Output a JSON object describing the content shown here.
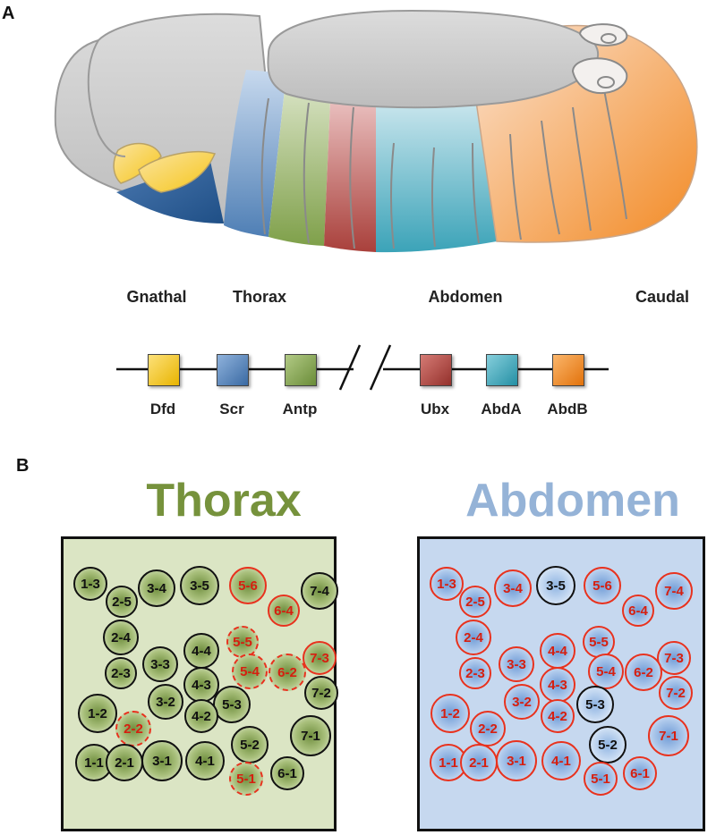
{
  "panels": {
    "a": "A",
    "b": "B"
  },
  "regions": [
    "Gnathal",
    "Thorax",
    "Abdomen",
    "Caudal"
  ],
  "genes": [
    {
      "name": "Dfd",
      "color": "#f5c518"
    },
    {
      "name": "Scr",
      "color": "#4f7fb5"
    },
    {
      "name": "Antp",
      "color": "#7fa04a"
    },
    {
      "name": "Ubx",
      "color": "#a9403b"
    },
    {
      "name": "AbdA",
      "color": "#3ba3b8"
    },
    {
      "name": "AbdB",
      "color": "#f28a24"
    }
  ],
  "thorax": {
    "title": "Thorax",
    "title_color": "#76923c",
    "background": "#dbe5c4",
    "neuroblasts": [
      {
        "id": "1-3",
        "style": "normal"
      },
      {
        "id": "2-5",
        "style": "normal"
      },
      {
        "id": "3-4",
        "style": "normal"
      },
      {
        "id": "3-5",
        "style": "normal"
      },
      {
        "id": "5-6",
        "style": "red"
      },
      {
        "id": "6-4",
        "style": "red"
      },
      {
        "id": "7-4",
        "style": "normal"
      },
      {
        "id": "2-4",
        "style": "normal"
      },
      {
        "id": "5-5",
        "style": "dashed"
      },
      {
        "id": "3-3",
        "style": "normal"
      },
      {
        "id": "4-4",
        "style": "normal"
      },
      {
        "id": "7-3",
        "style": "red"
      },
      {
        "id": "2-3",
        "style": "normal"
      },
      {
        "id": "5-4",
        "style": "dashed"
      },
      {
        "id": "6-2",
        "style": "dashed"
      },
      {
        "id": "4-3",
        "style": "normal"
      },
      {
        "id": "7-2",
        "style": "normal"
      },
      {
        "id": "3-2",
        "style": "normal"
      },
      {
        "id": "1-2",
        "style": "normal"
      },
      {
        "id": "5-3",
        "style": "normal"
      },
      {
        "id": "4-2",
        "style": "normal"
      },
      {
        "id": "2-2",
        "style": "dashed"
      },
      {
        "id": "7-1",
        "style": "normal"
      },
      {
        "id": "5-2",
        "style": "normal"
      },
      {
        "id": "1-1",
        "style": "normal"
      },
      {
        "id": "2-1",
        "style": "normal"
      },
      {
        "id": "3-1",
        "style": "normal"
      },
      {
        "id": "4-1",
        "style": "normal"
      },
      {
        "id": "6-1",
        "style": "normal"
      },
      {
        "id": "5-1",
        "style": "dashed"
      }
    ]
  },
  "abdomen": {
    "title": "Abdomen",
    "title_color": "#95b3d7",
    "background": "#c6d8ef",
    "neuroblasts": [
      {
        "id": "1-3",
        "style": "red"
      },
      {
        "id": "2-5",
        "style": "red"
      },
      {
        "id": "3-4",
        "style": "red"
      },
      {
        "id": "3-5",
        "style": "normal"
      },
      {
        "id": "5-6",
        "style": "red"
      },
      {
        "id": "6-4",
        "style": "red"
      },
      {
        "id": "7-4",
        "style": "red"
      },
      {
        "id": "2-4",
        "style": "red"
      },
      {
        "id": "5-5",
        "style": "red"
      },
      {
        "id": "3-3",
        "style": "red"
      },
      {
        "id": "4-4",
        "style": "red"
      },
      {
        "id": "7-3",
        "style": "red"
      },
      {
        "id": "2-3",
        "style": "red"
      },
      {
        "id": "5-4",
        "style": "red"
      },
      {
        "id": "6-2",
        "style": "red"
      },
      {
        "id": "4-3",
        "style": "red"
      },
      {
        "id": "7-2",
        "style": "red"
      },
      {
        "id": "3-2",
        "style": "red"
      },
      {
        "id": "1-2",
        "style": "red"
      },
      {
        "id": "5-3",
        "style": "normal"
      },
      {
        "id": "4-2",
        "style": "red"
      },
      {
        "id": "2-2",
        "style": "red"
      },
      {
        "id": "7-1",
        "style": "red"
      },
      {
        "id": "5-2",
        "style": "normal"
      },
      {
        "id": "1-1",
        "style": "red"
      },
      {
        "id": "2-1",
        "style": "red"
      },
      {
        "id": "3-1",
        "style": "red"
      },
      {
        "id": "4-1",
        "style": "red"
      },
      {
        "id": "6-1",
        "style": "red"
      },
      {
        "id": "5-1",
        "style": "red"
      }
    ]
  }
}
